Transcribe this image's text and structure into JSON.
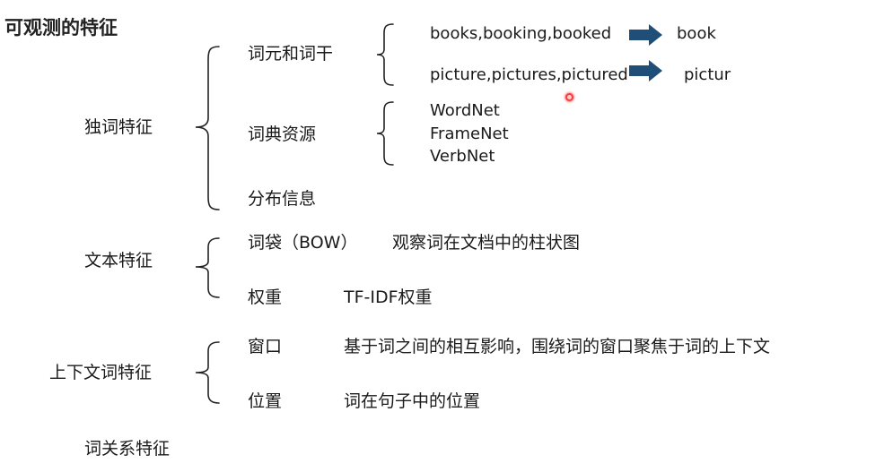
{
  "title": "可观测的特征",
  "single_word": {
    "label": "独词特征",
    "lemma": {
      "label": "词元和词干",
      "ex1_forms": "books,booking,booked",
      "ex1_root": "book",
      "ex2_forms": "picture,pictures,pictured",
      "ex2_root": "pictur"
    },
    "lexicon": {
      "label": "词典资源",
      "items": [
        "WordNet",
        "FrameNet",
        "VerbNet"
      ]
    },
    "distribution": {
      "label": "分布信息"
    }
  },
  "text": {
    "label": "文本特征",
    "bow": {
      "label": "词袋（BOW）",
      "desc": "观察词在文档中的柱状图"
    },
    "weight": {
      "label": "权重",
      "desc": "TF-IDF权重"
    }
  },
  "context": {
    "label": "上下文词特征",
    "window": {
      "label": "窗口",
      "desc": "基于词之间的相互影响，围绕词的窗口聚焦于词的上下文"
    },
    "position": {
      "label": "位置",
      "desc": "词在句子中的位置"
    }
  },
  "relation": {
    "label": "词关系特征"
  },
  "colors": {
    "arrow": "#1f4e79"
  },
  "icons": {
    "arrow": "right-arrow-icon"
  }
}
